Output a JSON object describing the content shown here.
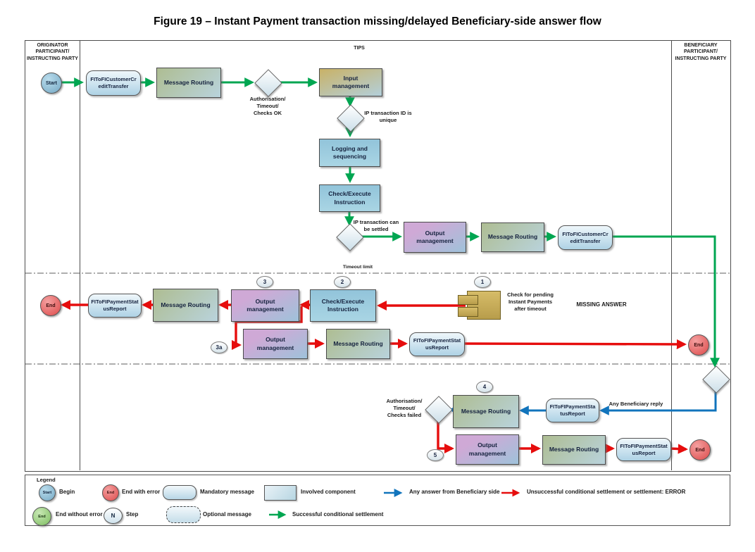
{
  "title": "Figure 19 – Instant Payment transaction missing/delayed Beneficiary-side answer flow",
  "lanes": {
    "left": "ORIGINATOR\nPARTICIPANT/\nINSTRUCTING PARTY",
    "center": "TIPS",
    "right": "BENEFICIARY\nPARTICIPANT/\nINSTRUCTING PARTY"
  },
  "nodes": {
    "start": "Start",
    "end": "End",
    "msg_routing": "Message Routing",
    "input_mgmt": "Input\nmanagement",
    "logging": "Logging and\nsequencing",
    "check_exec": "Check/Execute\nInstruction",
    "output_mgmt": "Output\nmanagement",
    "cct": "FIToFICustomerCr\neditTransfer",
    "psr": "FIToFIPaymentStat\nusReport",
    "psr_alt": "FIToFIPaymentSta\ntusReport"
  },
  "labels": {
    "auth_ok": "Authorisation/\nTimeout/\nChecks OK",
    "id_unique": "IP transaction ID is\nunique",
    "can_settle": "IP transaction can\nbe settled",
    "timeout_limit": "Timeout limit",
    "check_pending": "Check for pending\nInstant Payments\nafter timeout",
    "missing_answer": "MISSING ANSWER",
    "any_reply": "Any Beneficiary reply",
    "auth_failed": "Authorisation/\nTimeout/\nChecks failed"
  },
  "badges": {
    "b1": "1",
    "b2": "2",
    "b3": "3",
    "b3a": "3a",
    "b4": "4",
    "b5": "5"
  },
  "legend": {
    "title": "Legend",
    "start_marker": "Start",
    "end_marker": "End",
    "n_marker": "N",
    "begin": "Begin",
    "end_with_error": "End with error",
    "mandatory": "Mandatory message",
    "involved": "Involved component",
    "any_answer": "Any answer from Beneficiary side",
    "unsuccessful": "Unsuccessful conditional settlement or settlement: ERROR",
    "end_without_error": "End without error",
    "step": "Step",
    "optional": "Optional message",
    "successful": "Successful conditional settlement"
  },
  "colors": {
    "flow_success_green": "#00a651",
    "flow_error_red": "#e60d0d",
    "flow_answer_blue": "#1174bc",
    "component_gold": "#c9ad57"
  }
}
